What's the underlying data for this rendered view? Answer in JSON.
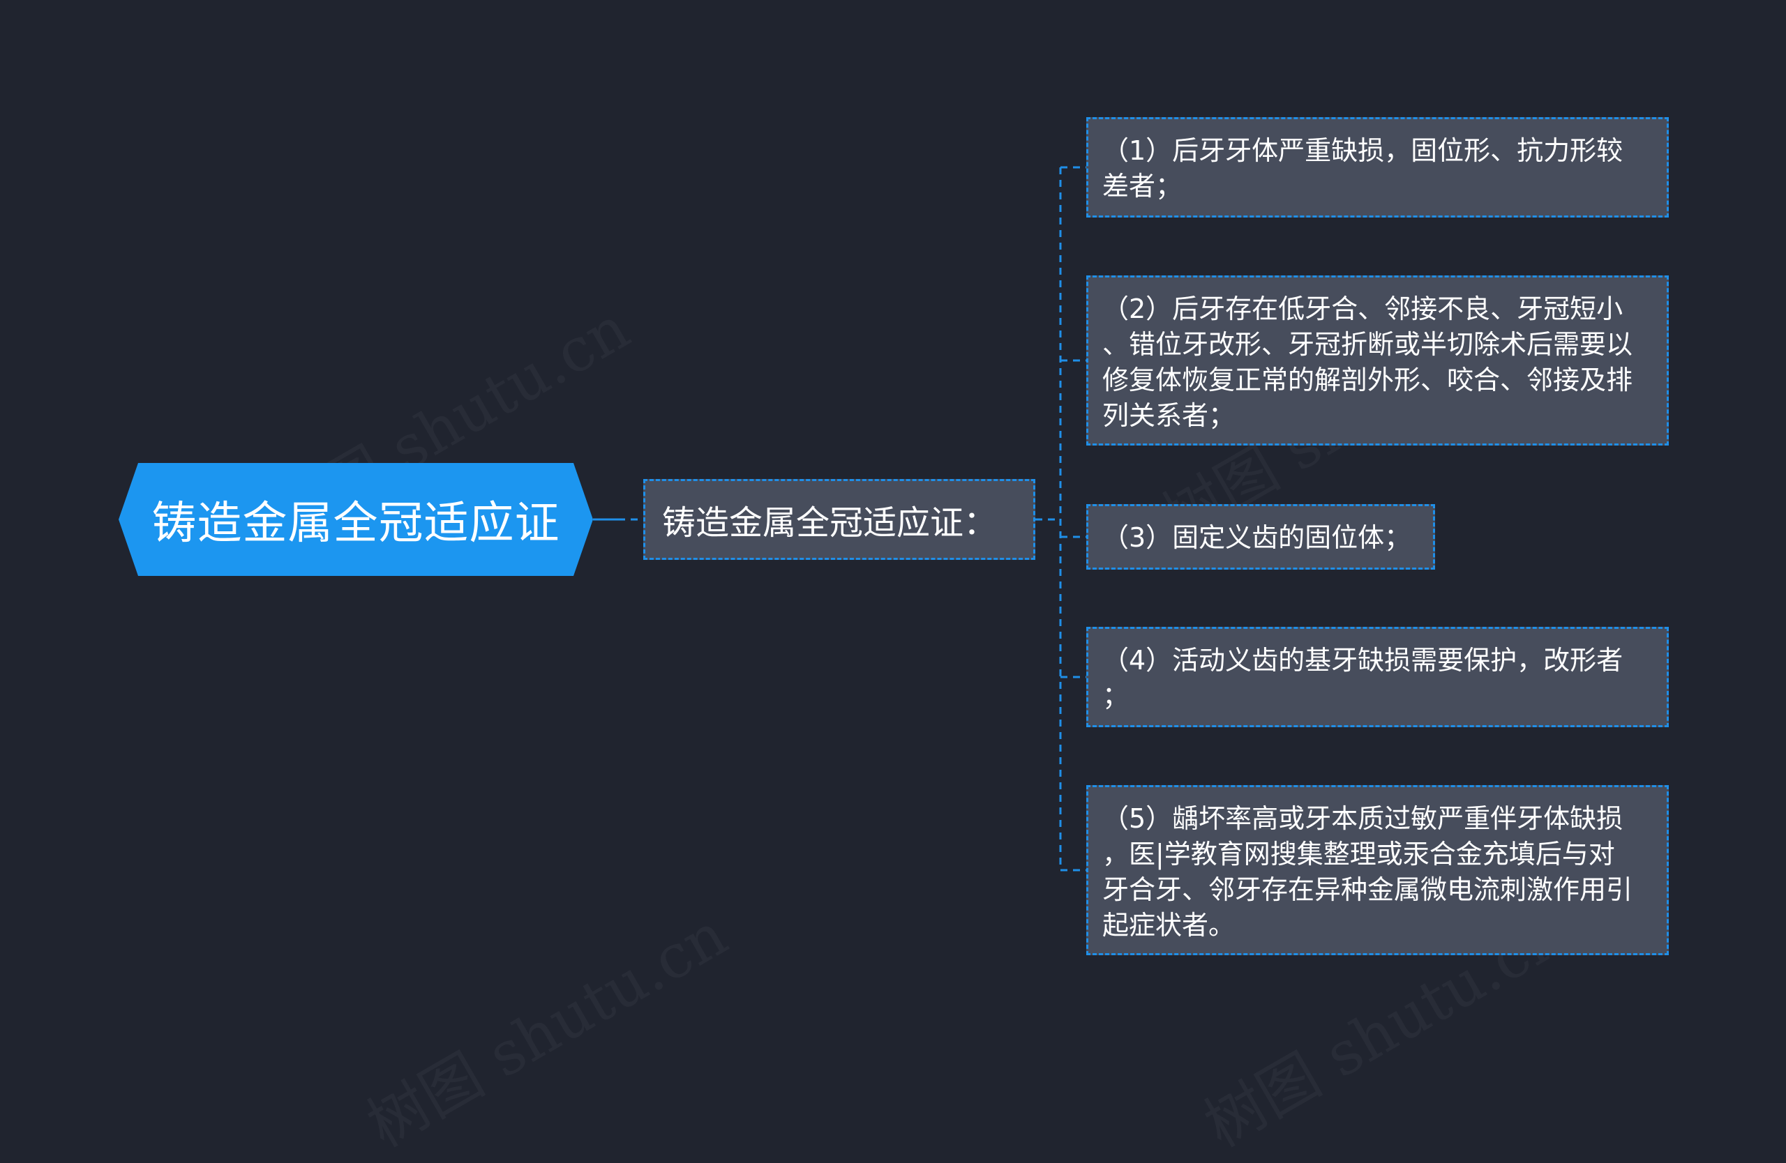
{
  "watermark_text": "树图 shutu.cn",
  "colors": {
    "background": "#20242f",
    "root_fill": "#1c96f0",
    "node_fill": "#474d5c",
    "connector": "#1f8fe8"
  },
  "root": {
    "label": "铸造金属全冠适应证"
  },
  "branch": {
    "label": "铸造金属全冠适应证："
  },
  "leaves": [
    {
      "lines": [
        "（1）后牙牙体严重缺损，固位形、抗力形较",
        "差者；"
      ]
    },
    {
      "lines": [
        "（2）后牙存在低牙合、邻接不良、牙冠短小",
        "、错位牙改形、牙冠折断或半切除术后需要以",
        "修复体恢复正常的解剖外形、咬合、邻接及排",
        "列关系者；"
      ]
    },
    {
      "lines": [
        "（3）固定义齿的固位体；"
      ]
    },
    {
      "lines": [
        "（4）活动义齿的基牙缺损需要保护，改形者",
        "；"
      ]
    },
    {
      "lines": [
        "（5）龋坏率高或牙本质过敏严重伴牙体缺损",
        "，医|学教育网搜集整理或汞合金充填后与对",
        "牙合牙、邻牙存在异种金属微电流刺激作用引",
        "起症状者。"
      ]
    }
  ]
}
